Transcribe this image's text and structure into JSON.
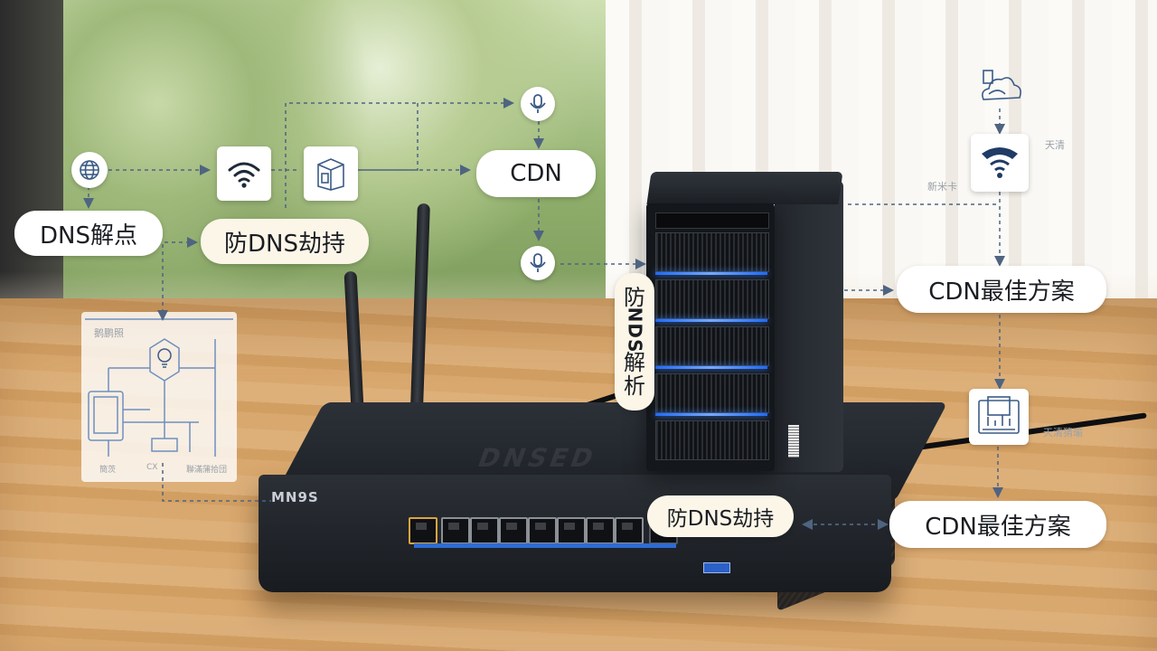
{
  "labels": {
    "dns_node": "DNS解点",
    "anti_hijack_top": "防DNS劫持",
    "cdn": "CDN",
    "cdn_best_top": "CDN最佳方案",
    "cdn_best_bottom": "CDN最佳方案",
    "anti_hijack_bottom": "防DNS劫持",
    "vertical": {
      "top": "防",
      "rotated": "NDS",
      "lower1": "解",
      "lower2": "析"
    }
  },
  "device": {
    "router_logo": "MN9S",
    "router_embossed": "DNSED"
  },
  "faint_text": {
    "right_1": "天清",
    "right_2": "新米卡",
    "right_3": "天清猜瑜",
    "sketch_title": "鹅鹏照",
    "sketch_bottom_1": "簡茨",
    "sketch_bottom_2": "CX",
    "sketch_bottom_3": "聯滿蒲拾団"
  },
  "icons": {
    "globe": "globe-icon",
    "wifi": "wifi-icon",
    "box": "box-icon",
    "mic_top": "microphone-icon",
    "mic_mid": "microphone-icon",
    "cloud_hand": "cloud-hand-icon",
    "wifi_router": "router-signal-icon",
    "server_chart": "server-chart-icon",
    "bulb": "lightbulb-icon"
  },
  "colors": {
    "dashed_line": "#4f6480",
    "icon_stroke": "#3b5b86",
    "led_blue": "#3f86ff"
  }
}
